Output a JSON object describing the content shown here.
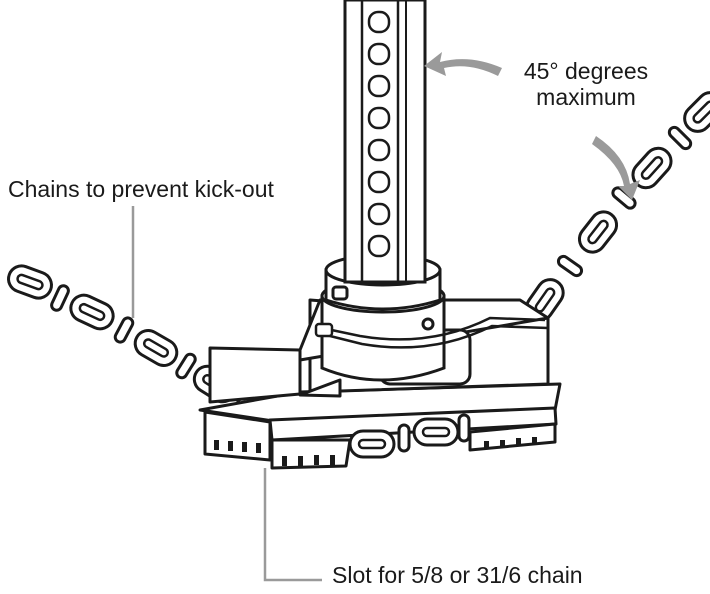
{
  "callouts": {
    "chains": "Chains to prevent kick-out",
    "angle_line1": "45° degrees",
    "angle_line2": "maximum",
    "slot": "Slot for 5/8 or 31/6 chain"
  },
  "colors": {
    "ink": "#1a1a1a",
    "leader": "#9a9a9a",
    "paper": "#ffffff"
  },
  "icons": {
    "arrow": "curved-arrow-icon"
  }
}
